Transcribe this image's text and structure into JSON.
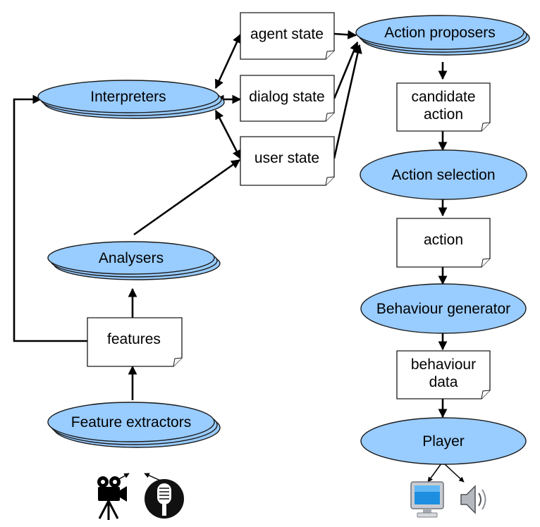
{
  "nodes": {
    "interpreters": "Interpreters",
    "analysers": "Analysers",
    "feature_extractors": "Feature extractors",
    "features": "features",
    "agent_state": "agent state",
    "dialog_state": "dialog state",
    "user_state": "user state",
    "action_proposers": "Action proposers",
    "candidate_action_line1": "candidate",
    "candidate_action_line2": "action",
    "action_selection": "Action selection",
    "action": "action",
    "behaviour_generator": "Behaviour generator",
    "behaviour_data_line1": "behaviour",
    "behaviour_data_line2": "data",
    "player": "Player"
  },
  "icons": {
    "camera": "video-camera-icon",
    "microphone": "microphone-icon",
    "monitor": "monitor-icon",
    "speaker": "speaker-icon"
  },
  "colors": {
    "ellipse_fill": "#99ccff",
    "outline": "#1a1a1a",
    "arrow": "#000000",
    "document_fill": "#ffffff"
  }
}
